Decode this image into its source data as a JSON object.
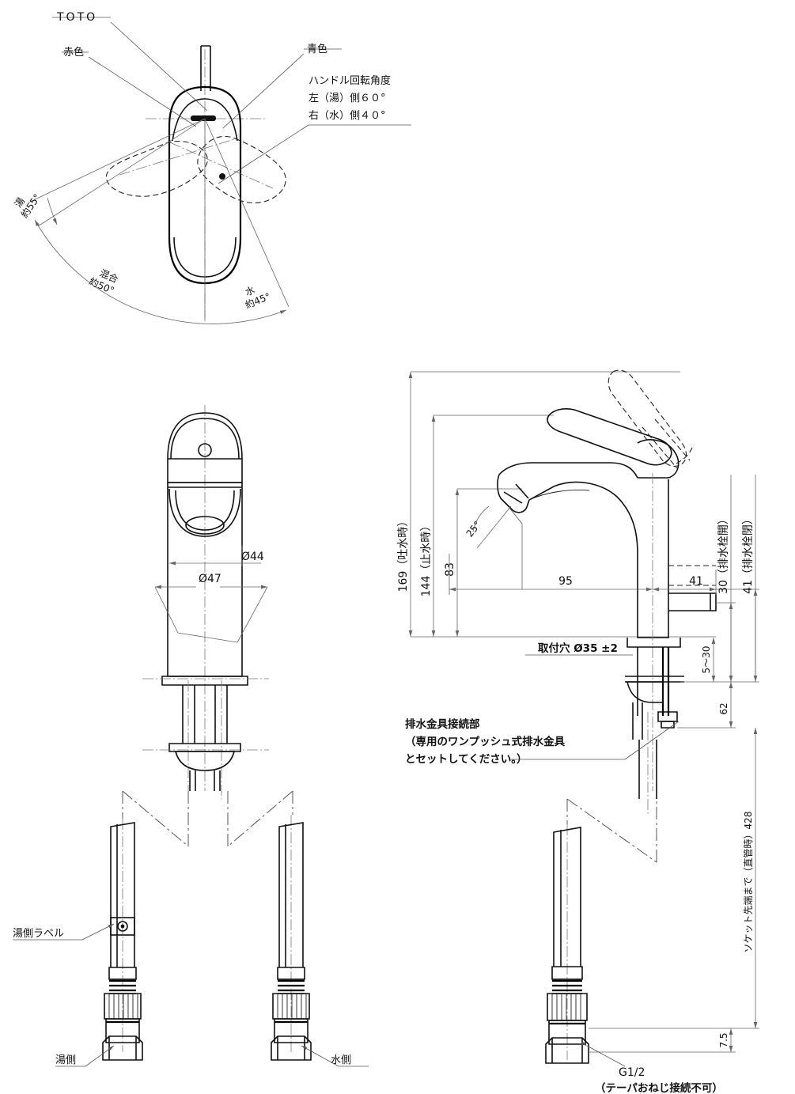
{
  "document": {
    "title": "TOTO 単水栓 外形寸法図",
    "brand": "TOTO"
  },
  "top_view": {
    "brand_label": "TOTO",
    "red_label": "赤色",
    "blue_label": "青色",
    "handle_note_title": "ハンドル回転角度",
    "handle_note_line1": "左（湯）側６０°",
    "handle_note_line2": "右（水）側４０°",
    "hot_label_line1": "湯",
    "hot_label_line2": "約55°",
    "mix_label_line1": "混合",
    "mix_label_line2": "約50°",
    "cold_label_line1": "水",
    "cold_label_line2": "約45°"
  },
  "front_view": {
    "dia_44": "Ø44",
    "dia_47": "Ø47"
  },
  "side_view": {
    "height_169": "169（吐水時）",
    "height_144": "144（止水時）",
    "height_83": "83",
    "reach_95": "95",
    "offset_41": "41",
    "angle_25": "25°",
    "mount_hole": "取付穴 Ø35 ±2",
    "drain_open_30": "30（排水栓開）",
    "drain_closed_41": "41（排水栓閉）",
    "thickness_5_30": "5～30",
    "depth_62": "62",
    "socket_len_428": "ソケット先端まで（直管時）428",
    "tail_75": "7.5",
    "drain_note_line1": "排水金具接続部",
    "drain_note_line2": "（専用のワンプッシュ式排水金具",
    "drain_note_line3": "とセットしてください。）"
  },
  "hose_views": {
    "hot_side_label_tag": "湯側ラベル",
    "hot_side": "湯側",
    "cold_side": "水側",
    "thread_spec": "G1/2",
    "thread_note": "（テーパおねじ接続不可）"
  },
  "colors": {
    "line": "#111111",
    "dimension": "#666666",
    "leader": "#555555",
    "background": "#ffffff"
  }
}
